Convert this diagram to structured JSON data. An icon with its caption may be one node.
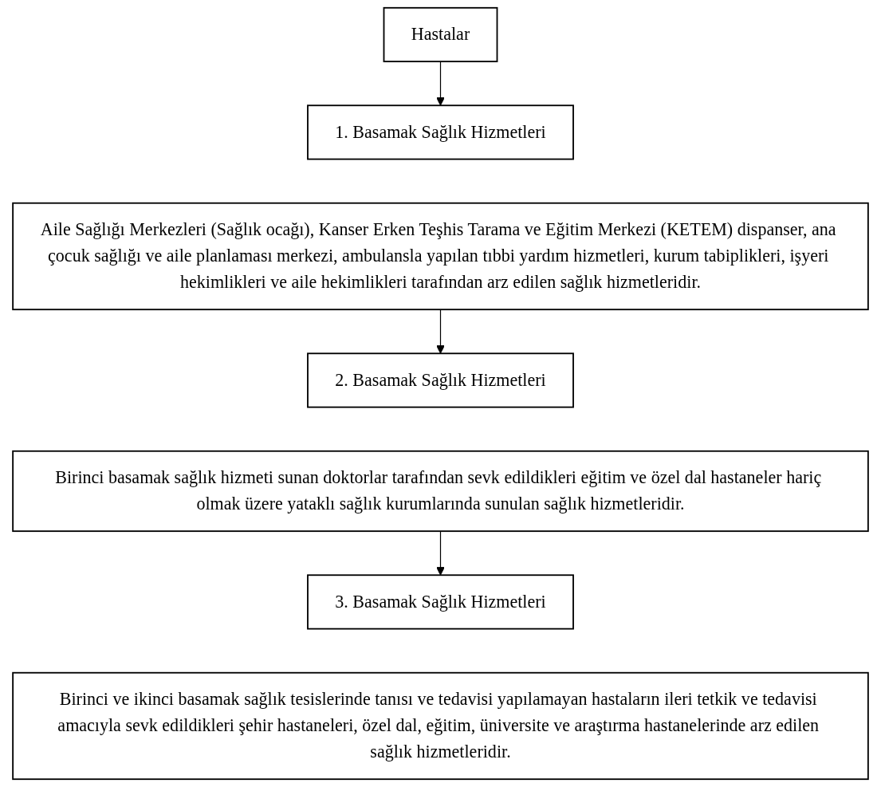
{
  "diagram": {
    "nodes": [
      {
        "text": [
          "Hastalar"
        ]
      },
      {
        "text": [
          "1. Basamak Sağlık Hizmetleri"
        ]
      },
      {
        "text": [
          "Aile Sağlığı Merkezleri (Sağlık ocağı), Kanser Erken Teşhis Tarama ve Eğitim Merkezi (KETEM) dispanser, ana çocuk sağlığı ve aile planlaması merkezi, ambulansla yapılan tıbbi yardım hizmetleri, kurum tabiplikleri, işyeri hekimlikleri ve aile hekimlikleri tarafından arz edilen sağlık hizmetleridir."
        ]
      },
      {
        "text": [
          "2. Basamak Sağlık Hizmetleri"
        ]
      },
      {
        "text": [
          "Birinci basamak sağlık hizmeti sunan doktorlar tarafından sevk edildikleri eğitim ve özel dal hastaneler hariç olmak üzere yataklı sağlık kurumlarında sunulan sağlık hizmetleridir."
        ]
      },
      {
        "text": [
          "3. Basamak Sağlık Hizmetleri"
        ]
      },
      {
        "text": [
          "Birinci ve ikinci basamak sağlık tesislerinde tanısı ve tedavisi yapılamayan hastaların ileri tetkik ve tedavisi amacıyla sevk edildikleri şehir hastaneleri, özel dal, eğitim, üniversite ve araştırma hastanelerinde arz edilen sağlık hizmetleridir."
        ]
      }
    ],
    "edges": [
      {
        "from": 0,
        "to": 1,
        "arrow": "to"
      },
      {
        "from": 2,
        "to": 3,
        "arrow": "to"
      },
      {
        "from": 4,
        "to": 5,
        "arrow": "to"
      }
    ]
  }
}
